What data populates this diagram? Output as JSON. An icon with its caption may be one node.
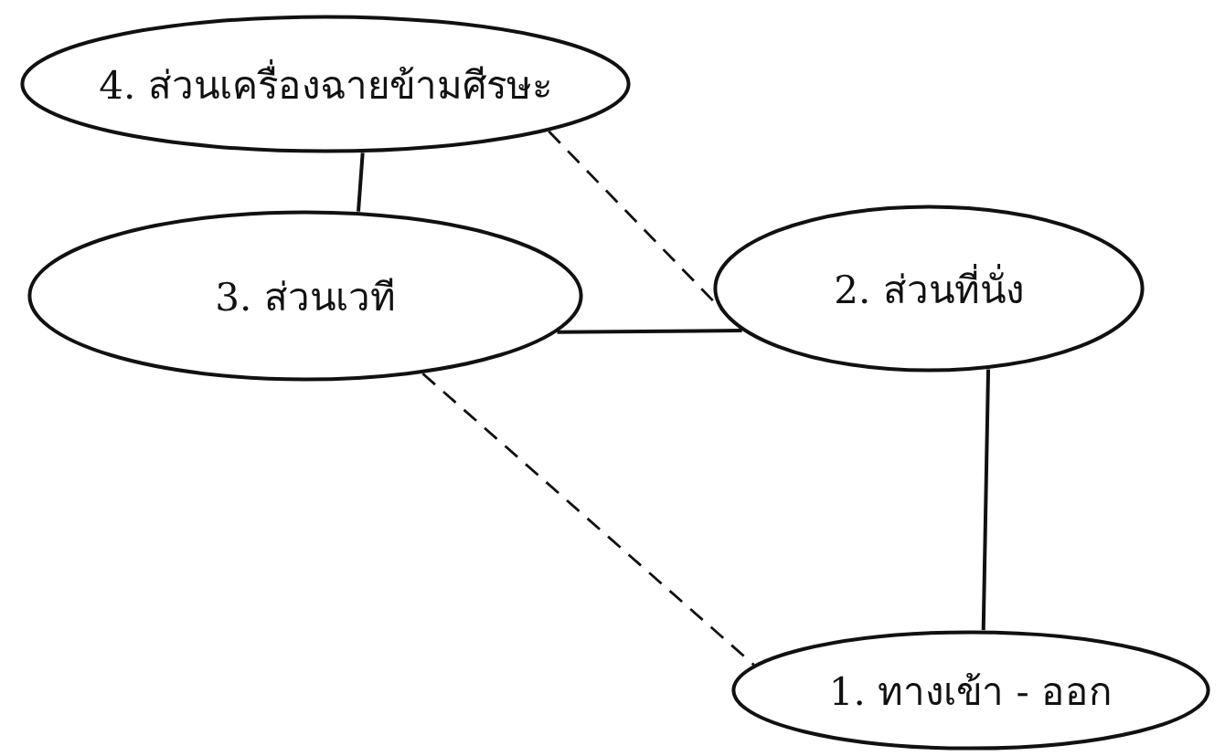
{
  "diagram": {
    "nodes": [
      {
        "text": [
          "4. ส่วนเครื่องฉายข้ามศีรษะ"
        ]
      },
      {
        "text": [
          "3. ส่วนเวที"
        ]
      },
      {
        "text": [
          "2. ส่วนที่นั่ง"
        ]
      },
      {
        "text": [
          "1. ทางเข้า - ออก"
        ]
      }
    ],
    "edges": [
      {
        "from": 0,
        "to": 1,
        "arrow": "none"
      },
      {
        "from": 0,
        "to": 2,
        "arrow": "none",
        "style": "dashed"
      },
      {
        "from": 1,
        "to": 2,
        "arrow": "none"
      },
      {
        "from": 2,
        "to": 3,
        "arrow": "none"
      },
      {
        "from": 1,
        "to": 3,
        "arrow": "none",
        "style": "dashed"
      }
    ]
  }
}
